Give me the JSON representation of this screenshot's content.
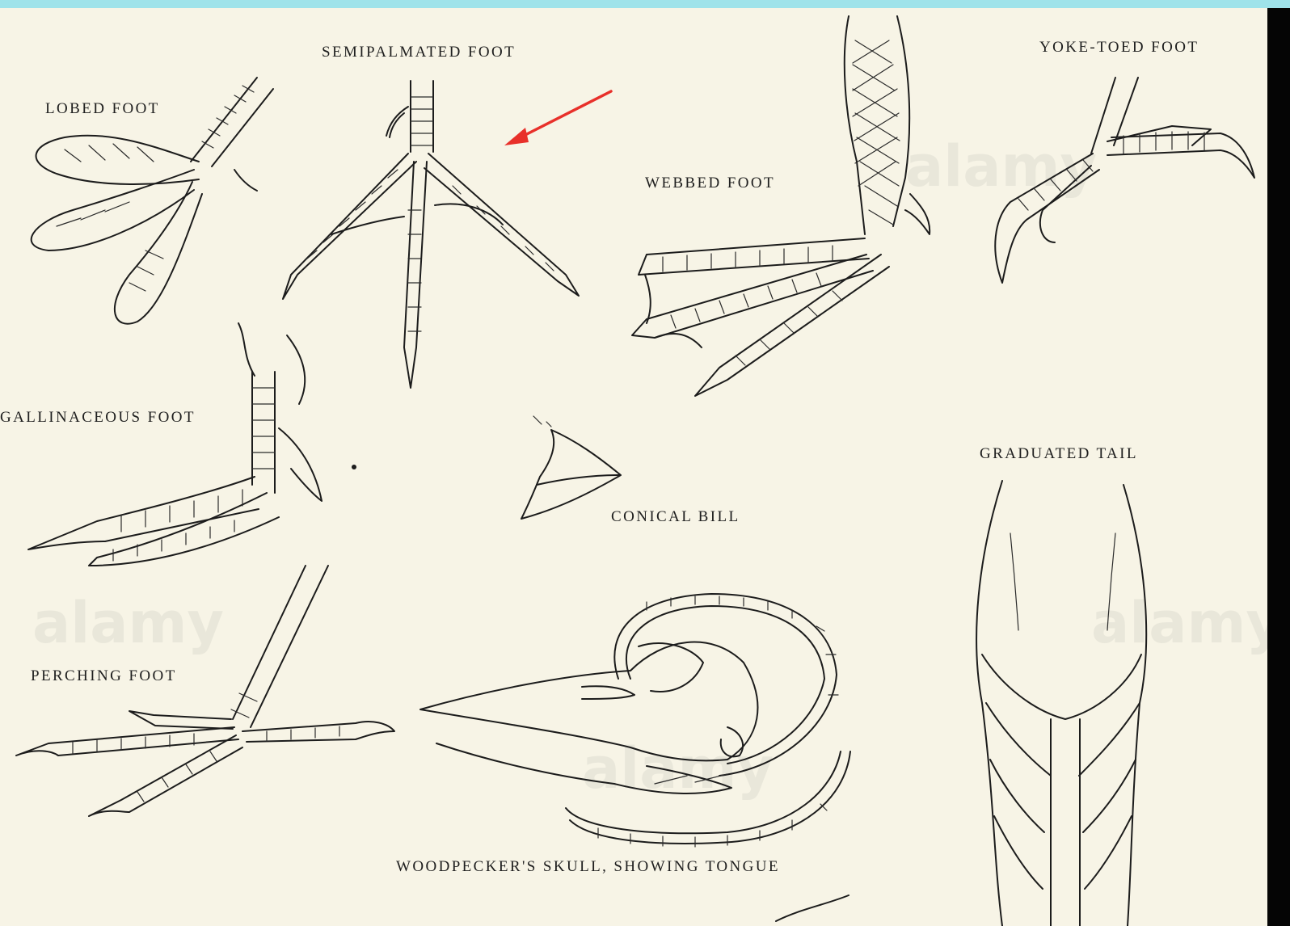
{
  "labels": {
    "lobed": "LOBED FOOT",
    "semipalmated": "SEMIPALMATED FOOT",
    "webbed": "WEBBED FOOT",
    "yoke_toed": "YOKE-TOED FOOT",
    "gallinaceous": "GALLINACEOUS FOOT",
    "conical_bill": "CONICAL BILL",
    "graduated_tail": "GRADUATED TAIL",
    "perching": "PERCHING FOOT",
    "woodpecker": "WOODPECKER'S SKULL, SHOWING TONGUE"
  },
  "watermark": "alamy",
  "colors": {
    "paper": "#f7f4e6",
    "ink": "#1c1c1c",
    "top_bar": "#9fe3ea",
    "arrow": "#e8302a",
    "border": "#0b0b0b"
  }
}
